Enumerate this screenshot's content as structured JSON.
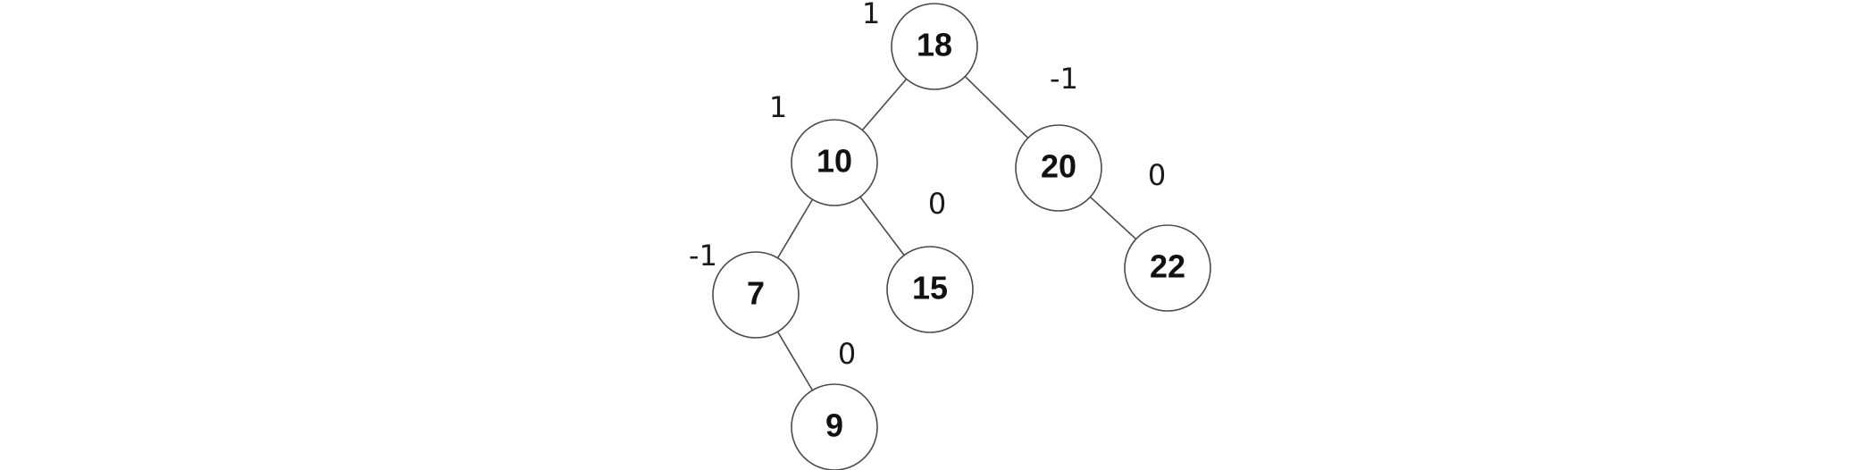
{
  "tree": {
    "nodes": [
      {
        "id": "n18",
        "value": "18",
        "balance": "1"
      },
      {
        "id": "n10",
        "value": "10",
        "balance": "1"
      },
      {
        "id": "n20",
        "value": "20",
        "balance": "-1"
      },
      {
        "id": "n7",
        "value": "7",
        "balance": "-1"
      },
      {
        "id": "n15",
        "value": "15",
        "balance": "0"
      },
      {
        "id": "n22",
        "value": "22",
        "balance": "0"
      },
      {
        "id": "n9",
        "value": "9",
        "balance": "0"
      }
    ],
    "edges": [
      {
        "from": "n18",
        "to": "n10"
      },
      {
        "from": "n18",
        "to": "n20"
      },
      {
        "from": "n10",
        "to": "n7"
      },
      {
        "from": "n10",
        "to": "n15"
      },
      {
        "from": "n20",
        "to": "n22"
      },
      {
        "from": "n7",
        "to": "n9"
      }
    ]
  }
}
